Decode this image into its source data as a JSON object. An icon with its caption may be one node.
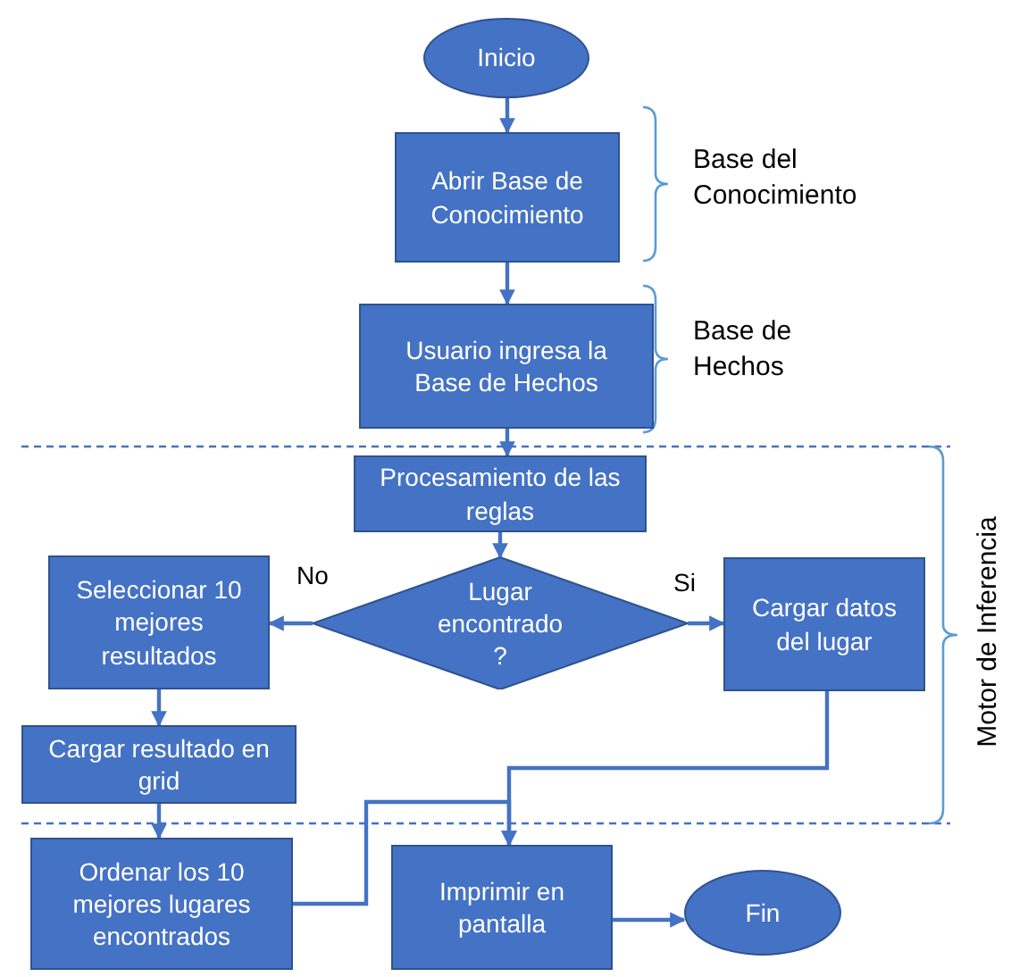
{
  "diagram": {
    "nodes": [
      {
        "text": [
          "Inicio"
        ]
      },
      {
        "text": [
          "Abrir Base de Conocimiento"
        ]
      },
      {
        "text": [
          "Usuario ingresa la Base de Hechos"
        ]
      },
      {
        "text": [
          "Procesamiento de las reglas"
        ]
      },
      {
        "text": [
          "Lugar encontrado ?"
        ]
      },
      {
        "text": [
          "Seleccionar 10 mejores resultados"
        ]
      },
      {
        "text": [
          "Cargar datos del lugar"
        ]
      },
      {
        "text": [
          "Cargar resultado en grid"
        ]
      },
      {
        "text": [
          "Ordenar los 10 mejores lugares encontrados"
        ]
      },
      {
        "text": [
          "Imprimir en pantalla"
        ]
      },
      {
        "text": [
          "Fin"
        ]
      }
    ],
    "edges": [
      {
        "from": 0,
        "to": 1,
        "arrow": "to"
      },
      {
        "from": 1,
        "to": 2,
        "arrow": "to"
      },
      {
        "from": 2,
        "to": 3,
        "arrow": "to"
      },
      {
        "from": 3,
        "to": 4,
        "arrow": "to"
      },
      {
        "from": 4,
        "to": 5,
        "arrow": "to",
        "label": "No"
      },
      {
        "from": 4,
        "to": 6,
        "arrow": "to",
        "label": "Si"
      },
      {
        "from": 5,
        "to": 7,
        "arrow": "to"
      },
      {
        "from": 7,
        "to": 8,
        "arrow": "to"
      },
      {
        "from": 8,
        "to": 9,
        "arrow": "to"
      },
      {
        "from": 6,
        "to": 9,
        "arrow": "to"
      },
      {
        "from": 9,
        "to": 10,
        "arrow": "to"
      }
    ],
    "labels": [
      "Base del Conocimiento",
      "Base de Hechos",
      "Motor de Inferencia"
    ]
  }
}
